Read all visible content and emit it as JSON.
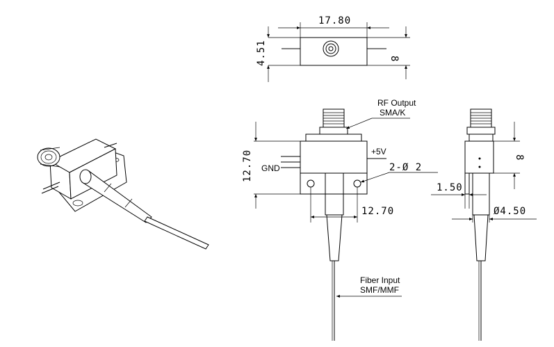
{
  "labels": {
    "rf_output_line1": "RF Output",
    "rf_output_line2": "SMA/K",
    "plus5v": "+5V",
    "gnd": "GND",
    "fiber_input_line1": "Fiber Input",
    "fiber_input_line2": "SMF/MMF"
  },
  "dimensions": {
    "top_width": "17.80",
    "top_height_left": "4.51",
    "top_height_right": "8",
    "front_height": "12.70",
    "hole_spec": "2-Ø 2",
    "hole_spacing": "12.70",
    "side_depth": "8",
    "side_offset": "1.50",
    "side_diameter": "Ø4.50"
  }
}
